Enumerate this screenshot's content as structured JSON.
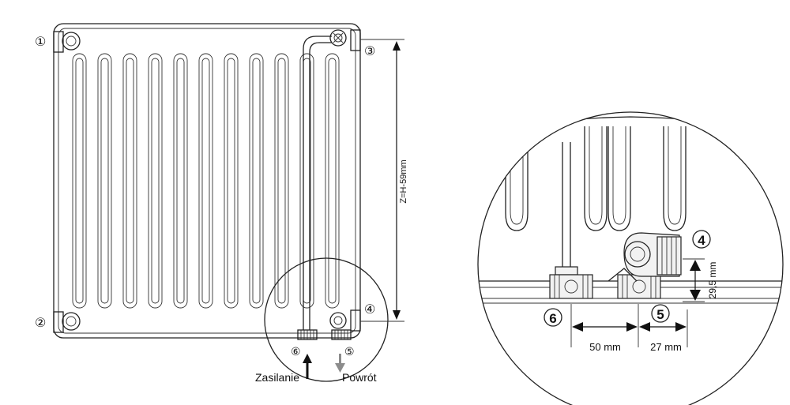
{
  "labels": {
    "marker_1": "①",
    "marker_2": "②",
    "marker_3": "③",
    "marker_4": "④",
    "marker_5": "⑤",
    "marker_6": "⑥",
    "supply": "Zasilanie",
    "return": "Powrót",
    "height_dimension": "Z=H-59mm",
    "detail_marker_4": "4",
    "detail_marker_5": "5",
    "detail_marker_6": "6",
    "dim_50": "50 mm",
    "dim_27": "27 mm",
    "dim_29_5": "29,5 mm"
  },
  "colors": {
    "line": "#222222",
    "return_arrow": "#8c8c8c",
    "supply_arrow": "#111111"
  }
}
